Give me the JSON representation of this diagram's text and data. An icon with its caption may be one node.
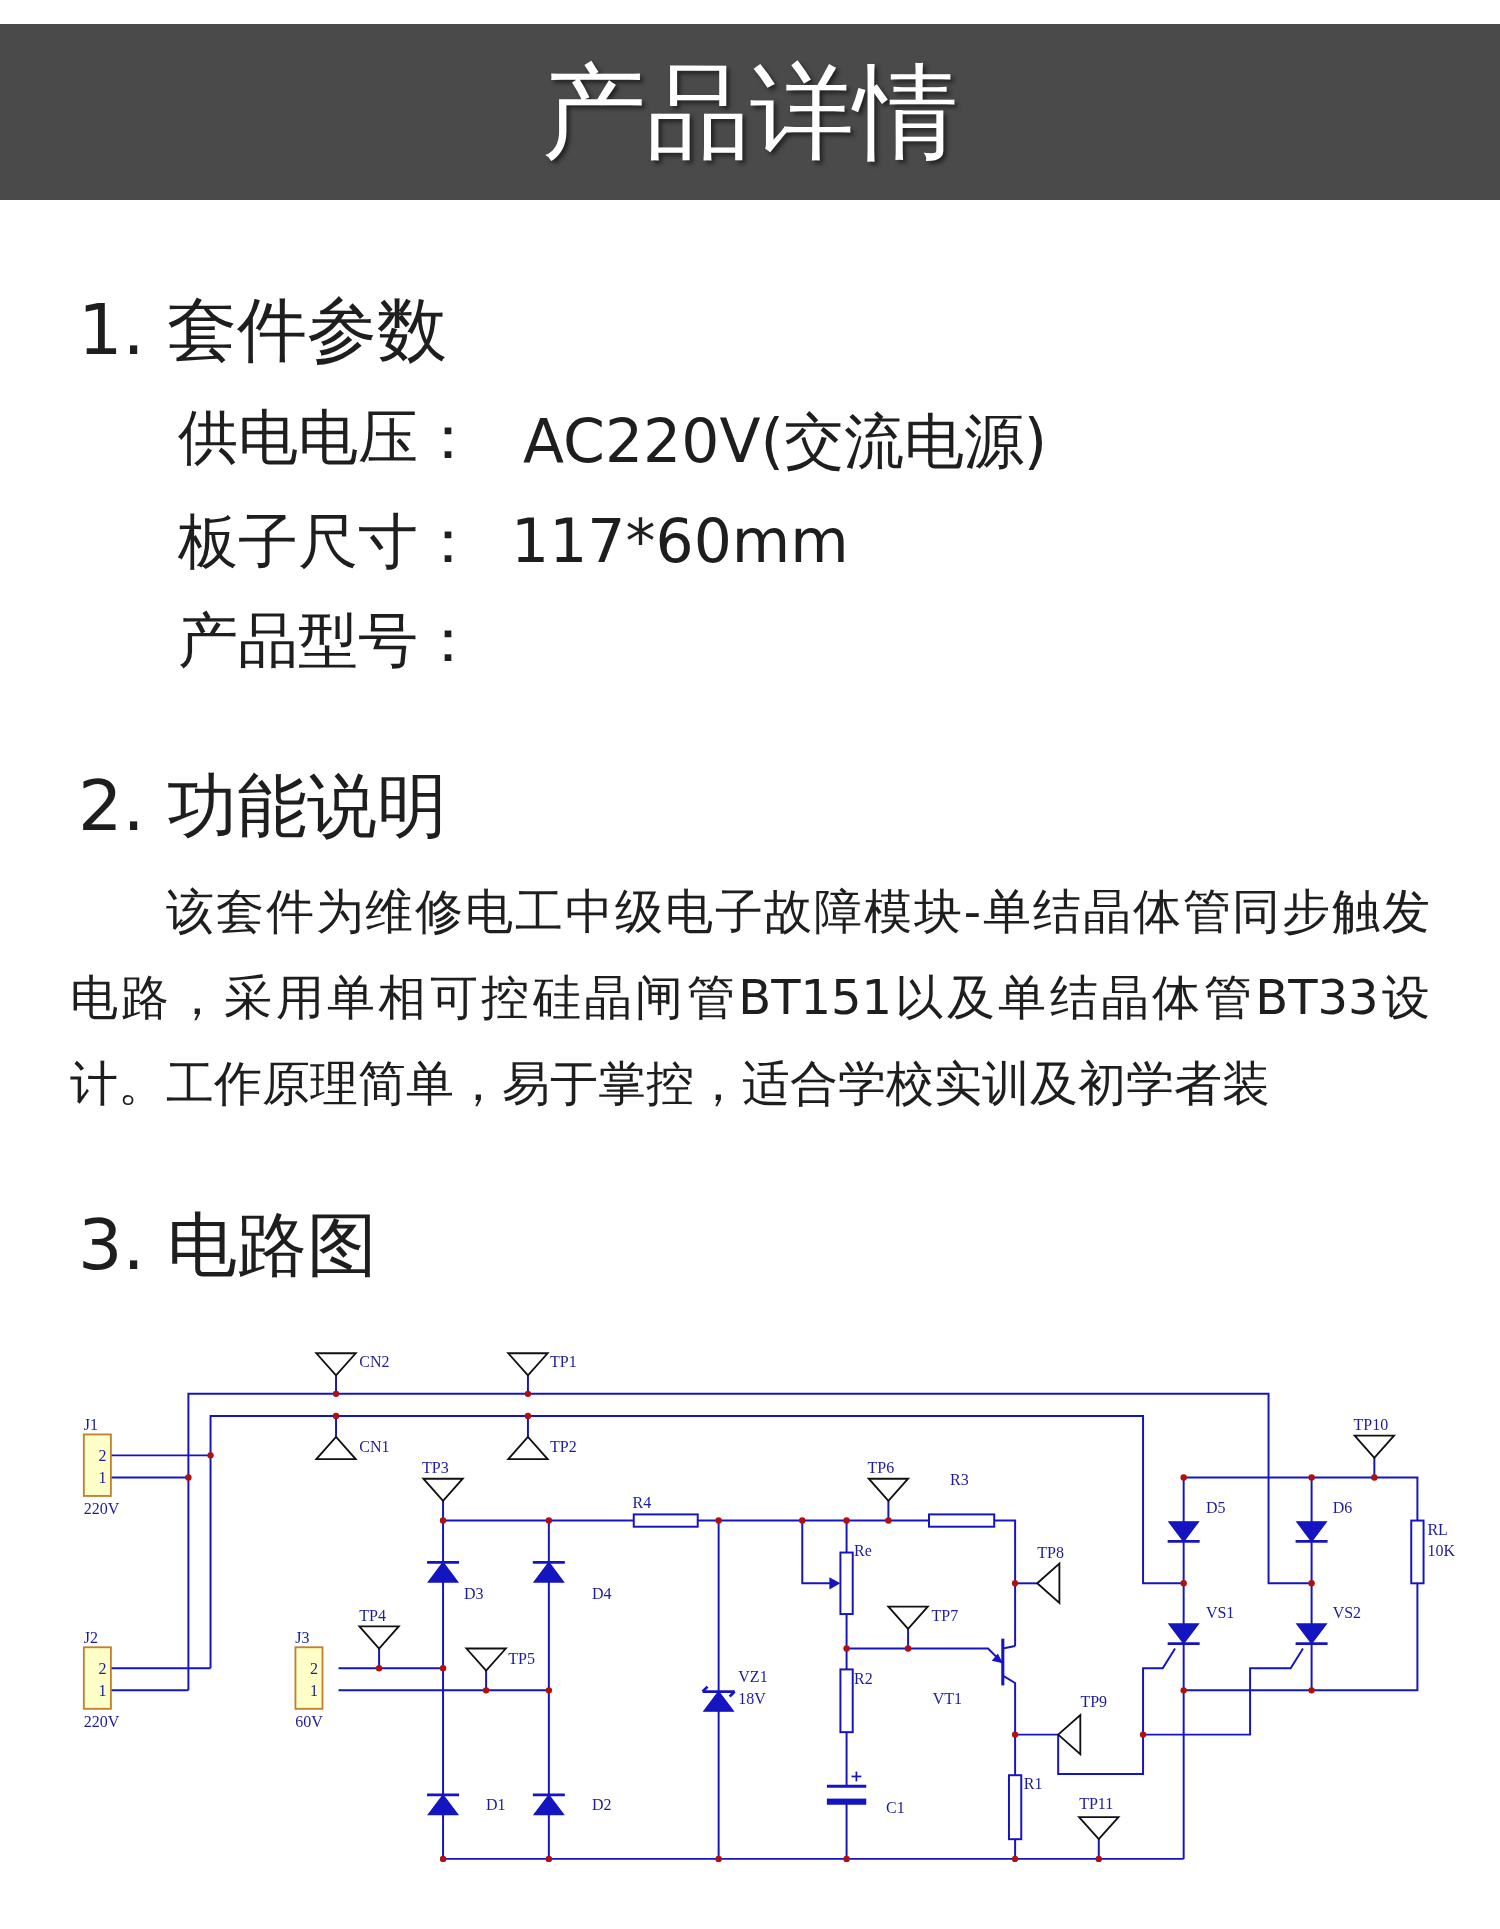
{
  "diagram": {
    "title": "产品详情",
    "labels": [
      "1. 套件参数",
      "供电电压：",
      "AC220V(交流电源)",
      "板子尺寸：",
      "117*60mm",
      "产品型号：",
      "2. 功能说明",
      "该套件为维修电工中级电子故障模块-单结晶体管同步触发电路，采用单相可控硅晶闸管BT151以及单结晶体管BT33设计。工作原理简单，易于掌控，适合学校实训及初学者装",
      "3. 电路图",
      "CN2",
      "TP1",
      "J1",
      "2",
      "TP10",
      "CN1",
      "TP2",
      "1",
      "TP3",
      "TP6",
      "R3",
      "R4",
      "220V",
      "D5",
      "D6",
      "RL",
      "Re",
      "TP8",
      "10K",
      "D3",
      "D4",
      "TP4",
      "TP7",
      "VS1",
      "VS2",
      "J2",
      "J3",
      "TP5",
      "2",
      "2",
      "VZ1",
      "R2",
      "1",
      "1",
      "18V",
      "VT1",
      "TP9",
      "220V",
      "60V",
      "R1",
      "D1",
      "D2",
      "C1",
      "TP11"
    ]
  }
}
